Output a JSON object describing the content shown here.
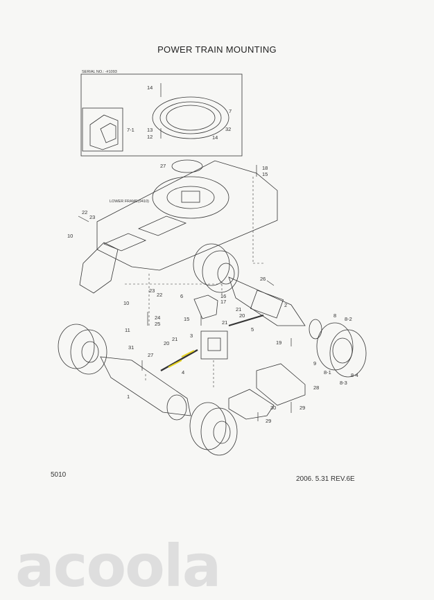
{
  "title": "POWER TRAIN MOUNTING",
  "serial_label": "SERIAL NO.: -#1093",
  "lower_frame_label": "LOWER FRAME(9410)",
  "page_number": "5010",
  "revision": "2006. 5.31  REV.6E",
  "watermark": "acoola",
  "callouts": {
    "c14a": "14",
    "c7": "7",
    "c7_1": "7-1",
    "c13": "13",
    "c12": "12",
    "c32": "32",
    "c14b": "14",
    "c27": "27",
    "c18": "18",
    "c15a": "15",
    "c22a": "22",
    "c23a": "23",
    "c10a": "10",
    "c26": "26",
    "c6": "6",
    "c16": "16",
    "c17": "17",
    "c21a": "21",
    "c15b": "15",
    "c2": "2",
    "c20a": "20",
    "c21b": "21",
    "c5": "5",
    "c3": "3",
    "c19": "19",
    "c8": "8",
    "c8_2": "8-2",
    "c9": "9",
    "c8_1": "8-1",
    "c8_3": "8-3",
    "c8_4": "8-4",
    "c23b": "23",
    "c22b": "22",
    "c10b": "10",
    "c24": "24",
    "c25": "25",
    "c11": "11",
    "c31": "31",
    "c27b": "27",
    "c20b": "20",
    "c21c": "21",
    "c4": "4",
    "c1": "1",
    "c28": "28",
    "c30": "30",
    "c29a": "29",
    "c29b": "29"
  },
  "colors": {
    "ink": "#333333",
    "paper": "#f7f7f5",
    "highlight": "#e6d21e"
  }
}
